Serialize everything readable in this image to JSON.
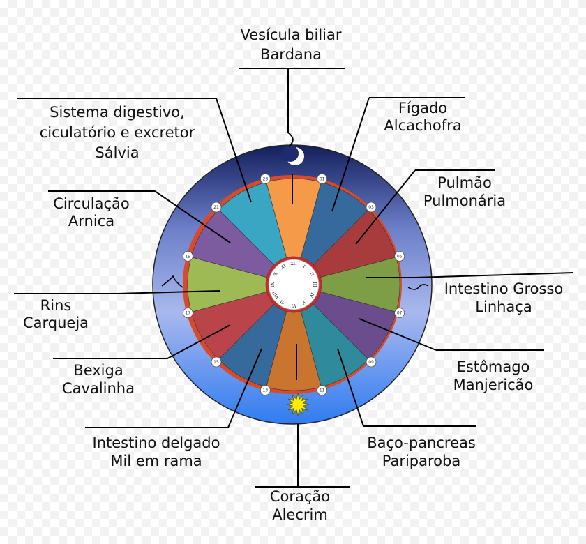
{
  "colors": {
    "ring_dark": "#1c2a6b",
    "ring_light": "#8fa3e0",
    "ring_bottom": "#2f7cf0",
    "sun": "#ffee00",
    "moon": "#ffffff"
  },
  "hours": [
    "23",
    "01",
    "03",
    "05",
    "07",
    "09",
    "11",
    "13",
    "15",
    "17",
    "19",
    "21"
  ],
  "roman": [
    "XII",
    "I",
    "II",
    "III",
    "IV",
    "V",
    "VI",
    "VII",
    "VIII",
    "IX",
    "X",
    "XI"
  ],
  "sectors": [
    {
      "color": "#f59a48"
    },
    {
      "color": "#376a9c"
    },
    {
      "color": "#a83b3b"
    },
    {
      "color": "#7e9e45"
    },
    {
      "color": "#6b4c8c"
    },
    {
      "color": "#2f8b9b"
    },
    {
      "color": "#c9752f"
    },
    {
      "color": "#376a9c"
    },
    {
      "color": "#b9444a"
    },
    {
      "color": "#9dba55"
    },
    {
      "color": "#7c5b9e"
    },
    {
      "color": "#3aa6c4"
    }
  ],
  "labels": {
    "vesicula": {
      "line1": "Vesícula biliar",
      "line2": "Bardana"
    },
    "figado": {
      "line1": "Fígado",
      "line2": "Alcachofra"
    },
    "pulmao": {
      "line1": "Pulmão",
      "line2": "Pulmonária"
    },
    "intestino_grosso": {
      "line1": "Intestino Grosso",
      "line2": "Linhaça"
    },
    "estomago": {
      "line1": "Estômago",
      "line2": "Manjericão"
    },
    "baco": {
      "line1": "Baço-pancreas",
      "line2": "Pariparoba"
    },
    "coracao": {
      "line1": "Coração",
      "line2": "Alecrim"
    },
    "intestino_delgado": {
      "line1": "Intestino delgado",
      "line2": "Mil em rama"
    },
    "bexiga": {
      "line1": "Bexiga",
      "line2": "Cavalinha"
    },
    "rins": {
      "line1": "Rins",
      "line2": "Carqueja"
    },
    "circulacao": {
      "line1": "Circulação",
      "line2": "Arnica"
    },
    "sistema": {
      "line1": "Sistema digestivo,",
      "line2": "ciculatório e excretor",
      "line3": "Sálvia"
    }
  }
}
